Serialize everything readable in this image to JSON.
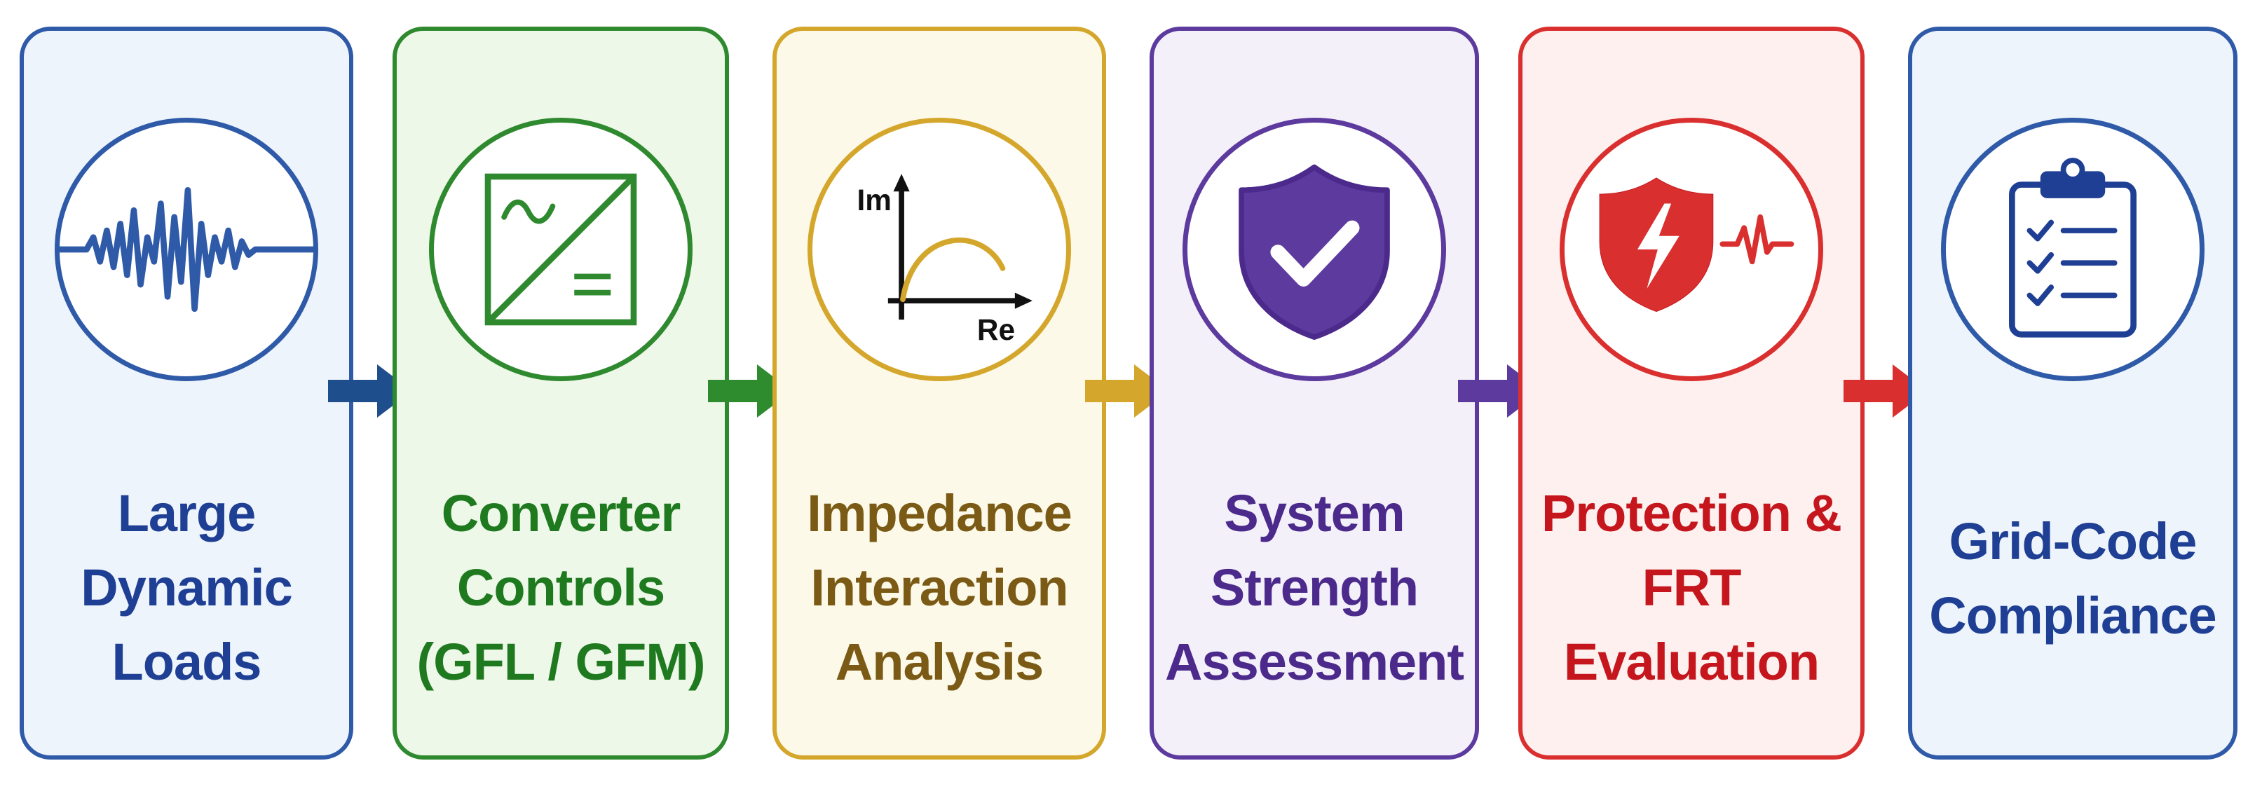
{
  "stages": [
    {
      "lines": [
        "Large",
        "Dynamic",
        "Loads"
      ],
      "icon": "waveform-icon",
      "color": "#1e3f93",
      "fill": "#eef4fc",
      "border": "#2f5aa8"
    },
    {
      "lines": [
        "Converter",
        "Controls",
        "(GFL / GFM)"
      ],
      "icon": "converter-icon",
      "color": "#1f7a1f",
      "fill": "#eef8e9",
      "border": "#2f8a2f"
    },
    {
      "lines": [
        "Impedance",
        "Interaction",
        "Analysis"
      ],
      "icon": "impedance-plot-icon",
      "color": "#7a5a14",
      "fill": "#fdf9e8",
      "border": "#d4a72c",
      "plot": {
        "y_axis": "Im",
        "x_axis": "Re"
      }
    },
    {
      "lines": [
        "System",
        "Strength",
        "Assessment"
      ],
      "icon": "shield-check-icon",
      "color": "#4b2a8c",
      "fill": "#f4f0fa",
      "border": "#5c3a9e"
    },
    {
      "lines": [
        "Protection &",
        "FRT",
        "Evaluation"
      ],
      "icon": "shield-lightning-icon",
      "color": "#c4161c",
      "fill": "#fdf0ef",
      "border": "#d9302f"
    },
    {
      "lines": [
        "Grid-Code",
        "Compliance"
      ],
      "icon": "clipboard-checklist-icon",
      "color": "#1e3f93",
      "fill": "#eef4fc",
      "border": "#2f5aa8"
    }
  ],
  "arrows": [
    {
      "color": "#1f4e8c"
    },
    {
      "color": "#2e8b2e"
    },
    {
      "color": "#d4a72c"
    },
    {
      "color": "#5c3a9e"
    },
    {
      "color": "#d9302f"
    }
  ]
}
